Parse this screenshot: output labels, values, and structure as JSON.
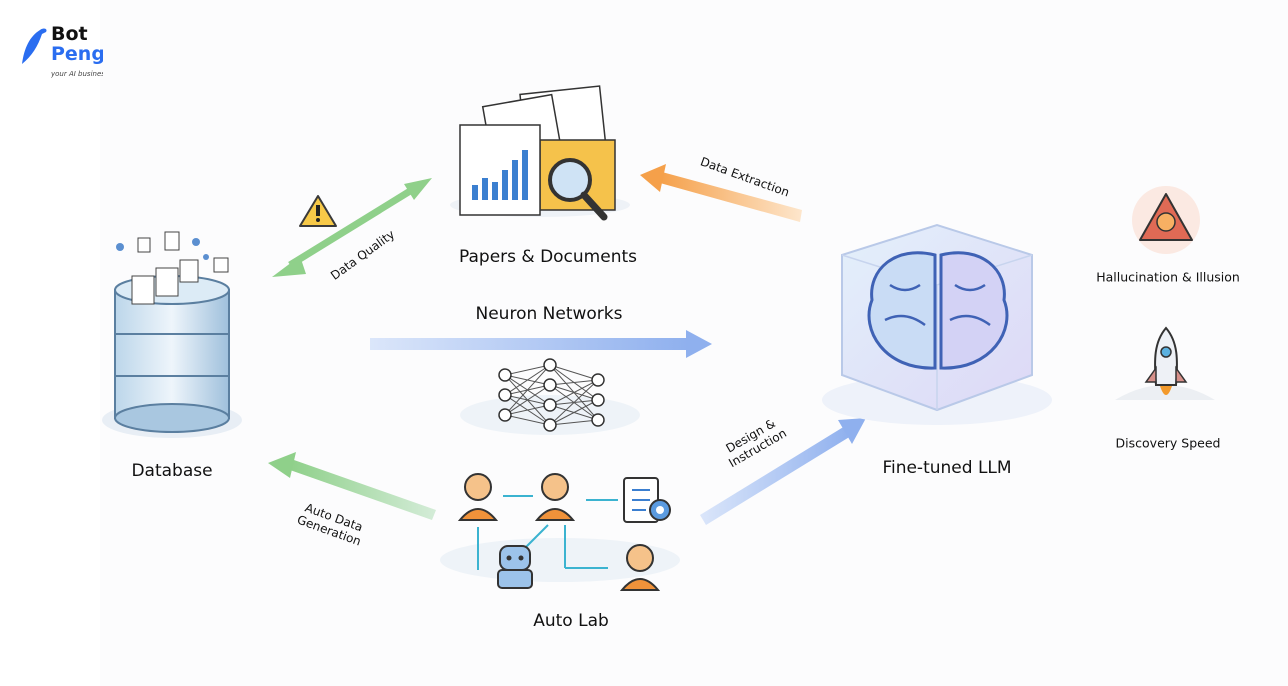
{
  "logo": {
    "line1": "Bot",
    "line2": "Peng",
    "tagline": "your AI busines"
  },
  "nodes": {
    "database": "Database",
    "papers": "Papers & Documents",
    "neuron": "Neuron Networks",
    "llm": "Fine-tuned LLM",
    "autolab": "Auto Lab"
  },
  "edges": {
    "data_quality": "Data Quality",
    "data_extraction": "Data Extraction",
    "design_1": "Design &",
    "design_2": "Instruction",
    "autogen_1": "Auto Data",
    "autogen_2": "Generation"
  },
  "outcomes": {
    "hallucination": "Hallucination & Illusion",
    "speed": "Discovery Speed"
  },
  "colors": {
    "green": "#8fd08a",
    "orange": "#f5a04a",
    "blue": "#8fb0ee",
    "brand": "#2a6df0"
  },
  "icons": [
    "penguin-logo-icon",
    "database-icon",
    "documents-icon",
    "magnifier-icon",
    "warning-icon",
    "neural-network-icon",
    "brain-cube-icon",
    "robot-icon",
    "person-icon",
    "checklist-gear-icon",
    "hallucination-warning-icon",
    "rocket-icon"
  ]
}
